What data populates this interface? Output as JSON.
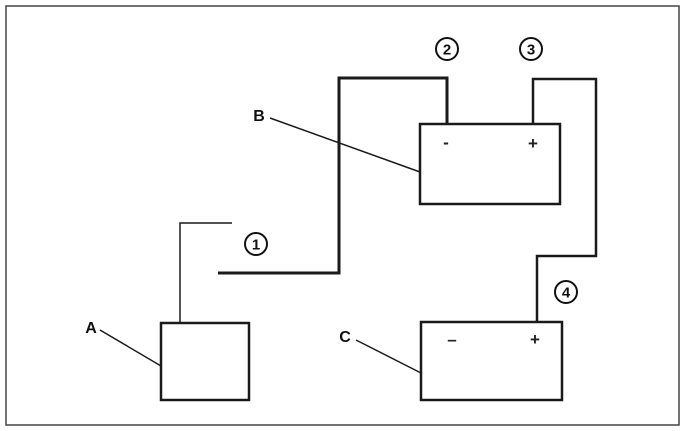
{
  "labels": {
    "a": "A",
    "b": "B",
    "c": "C"
  },
  "terminals": {
    "b_minus": "-",
    "b_plus": "+",
    "c_minus": "–",
    "c_plus": "+"
  },
  "callouts": {
    "n1": "1",
    "n2": "2",
    "n3": "3",
    "n4": "4"
  }
}
